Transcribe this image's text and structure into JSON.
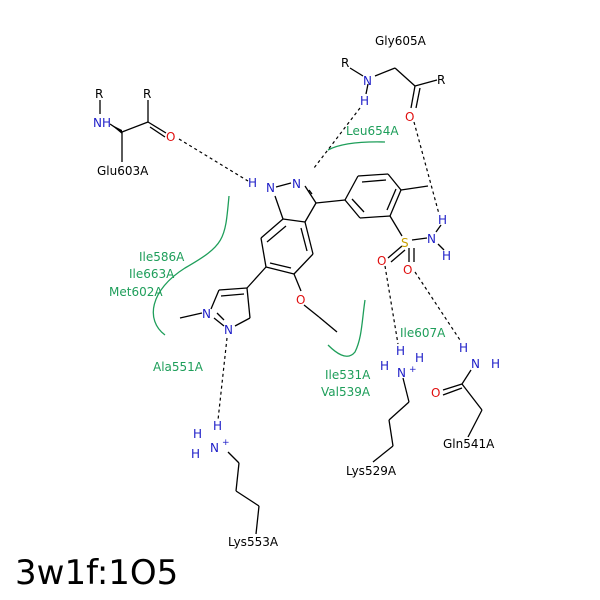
{
  "title": "3w1f:1O5",
  "colors": {
    "bond": "#000000",
    "nitrogen": "#2020c8",
    "oxygen": "#e01010",
    "sulfur": "#c8a000",
    "hydrophobic": "#1e9e5a"
  },
  "residues": [
    {
      "id": "gly605",
      "label": "Gly605A"
    },
    {
      "id": "glu603",
      "label": "Glu603A"
    },
    {
      "id": "lys529",
      "label": "Lys529A"
    },
    {
      "id": "lys553",
      "label": "Lys553A"
    },
    {
      "id": "gln541",
      "label": "Gln541A"
    }
  ],
  "hydrophobic_labels": [
    {
      "id": "leu654",
      "label": "Leu654A"
    },
    {
      "id": "ile586",
      "label": "Ile586A"
    },
    {
      "id": "ile663",
      "label": "Ile663A"
    },
    {
      "id": "met602",
      "label": "Met602A"
    },
    {
      "id": "ala551",
      "label": "Ala551A"
    },
    {
      "id": "ile607",
      "label": "Ile607A"
    },
    {
      "id": "ile531",
      "label": "Ile531A"
    },
    {
      "id": "val539",
      "label": "Val539A"
    }
  ],
  "atoms": {
    "R": "R",
    "N": "N",
    "H": "H",
    "NH": "NH",
    "O": "O",
    "S": "S",
    "plus": "+"
  }
}
